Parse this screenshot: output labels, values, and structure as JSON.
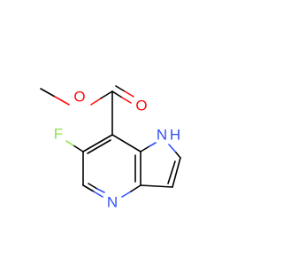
{
  "molecule": {
    "atoms": {
      "ester_oxygen": "O",
      "carbonyl_oxygen": "O",
      "fluorine": "F",
      "pyrrole_nitrogen": "N",
      "pyrrole_hydrogen": "H",
      "pyridine_nitrogen": "N"
    }
  },
  "colors": {
    "carbon_bond": "#000000",
    "oxygen": "#ff0d0d",
    "nitrogen": "#3050f8",
    "fluorine": "#90e050",
    "background": "#ffffff"
  }
}
